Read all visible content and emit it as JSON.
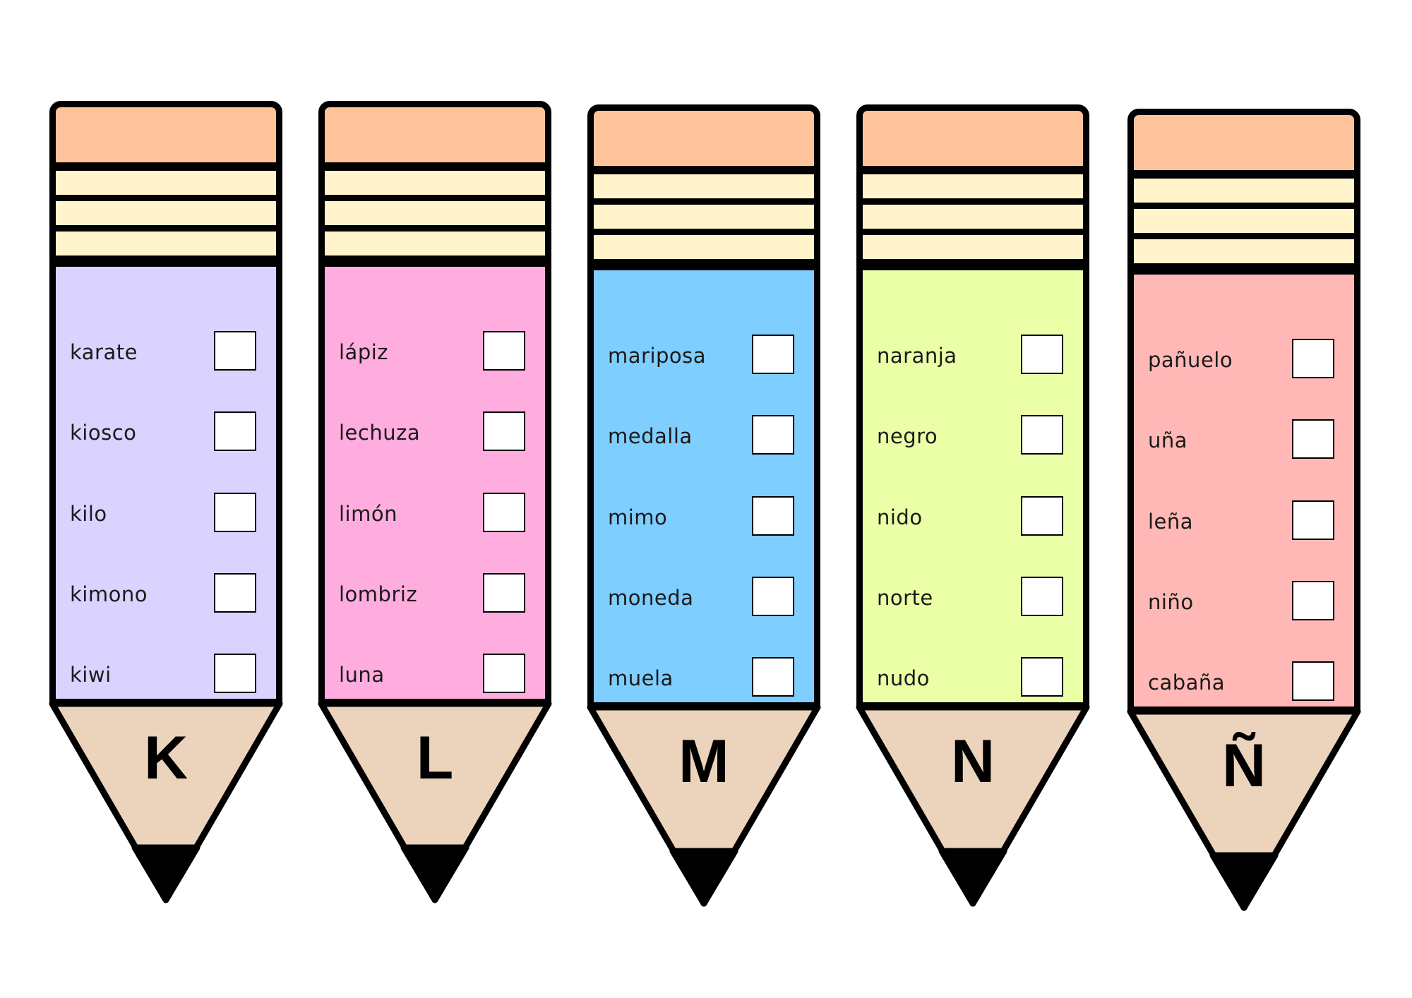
{
  "pencils": [
    {
      "letter": "K",
      "words": [
        "karate",
        "kiosco",
        "kilo",
        "kimono",
        "kiwi"
      ],
      "colors": {
        "eraser": "#FFC39C",
        "band": "#FFF4CC",
        "body": "#DAD3FF",
        "wood": "#ECD3BB",
        "lead": "#000000"
      }
    },
    {
      "letter": "L",
      "words": [
        "lápiz",
        "lechuza",
        "limón",
        "lombriz",
        "luna"
      ],
      "colors": {
        "eraser": "#FFC39C",
        "band": "#FFF4CC",
        "body": "#FFACDE",
        "wood": "#ECD3BB",
        "lead": "#000000"
      }
    },
    {
      "letter": "M",
      "words": [
        "mariposa",
        "medalla",
        "mimo",
        "moneda",
        "muela"
      ],
      "colors": {
        "eraser": "#FFC39C",
        "band": "#FFF4CC",
        "body": "#7ECEFF",
        "wood": "#ECD3BB",
        "lead": "#000000"
      }
    },
    {
      "letter": "N",
      "words": [
        "naranja",
        "negro",
        "nido",
        "norte",
        "nudo"
      ],
      "colors": {
        "eraser": "#FFC39C",
        "band": "#FFF4CC",
        "body": "#EAFFA6",
        "wood": "#ECD3BB",
        "lead": "#000000"
      }
    },
    {
      "letter": "Ñ",
      "words": [
        "pañuelo",
        "uña",
        "leña",
        "niño",
        "cabaña"
      ],
      "colors": {
        "eraser": "#FFC39C",
        "band": "#FFF4CC",
        "body": "#FFB8B6",
        "wood": "#ECD3BB",
        "lead": "#000000"
      }
    }
  ]
}
